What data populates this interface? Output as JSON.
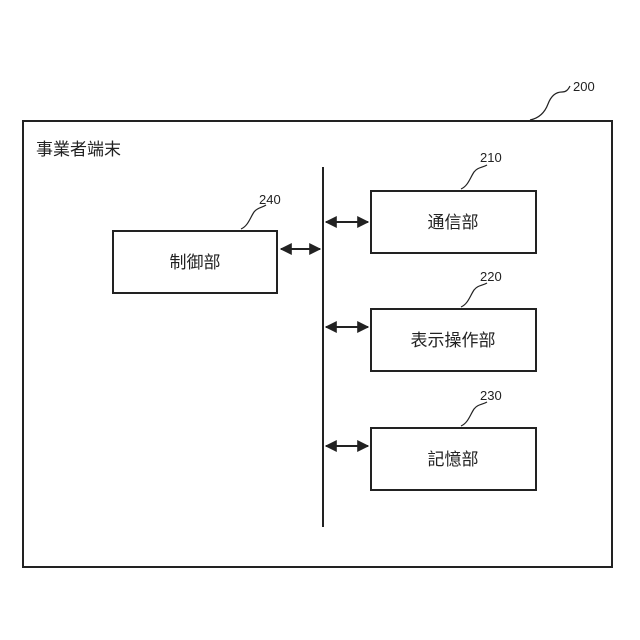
{
  "terminal": {
    "ref": "200",
    "title": "事業者端末"
  },
  "blocks": {
    "control": {
      "ref": "240",
      "label": "制御部"
    },
    "communication": {
      "ref": "210",
      "label": "通信部"
    },
    "display_operation": {
      "ref": "220",
      "label": "表示操作部"
    },
    "storage": {
      "ref": "230",
      "label": "記憶部"
    }
  }
}
